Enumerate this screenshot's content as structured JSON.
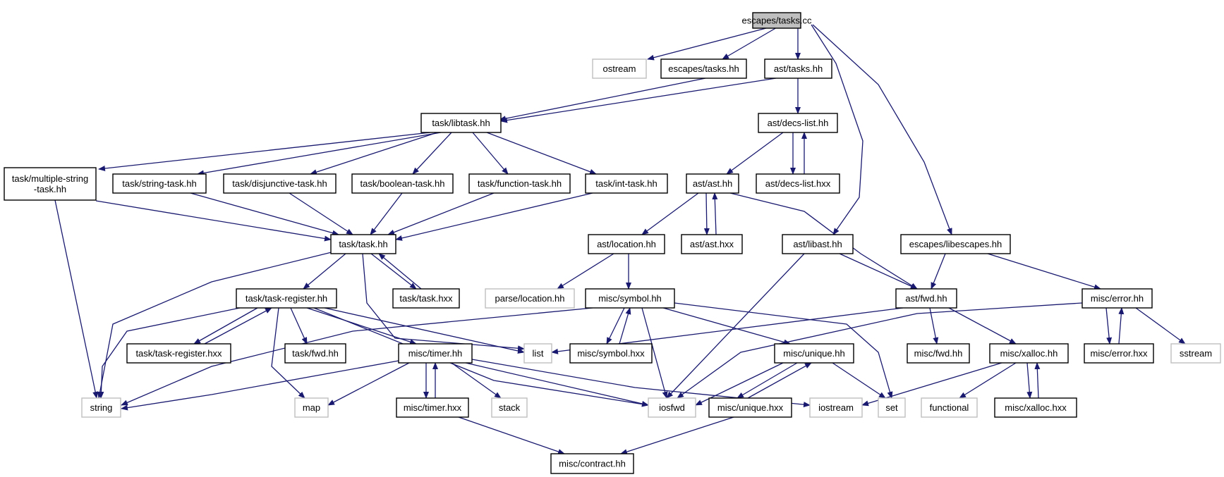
{
  "title": "",
  "colors": {
    "edge": "#191970",
    "border": "#000000",
    "external_border": "#bfbfbf",
    "root_fill": "#bfbfbf"
  },
  "nodes": {
    "tasks_cc": {
      "label": "escapes/tasks.cc",
      "kind": "root"
    },
    "ostream": {
      "label": "ostream",
      "kind": "external"
    },
    "esc_tasks_hh": {
      "label": "escapes/tasks.hh",
      "kind": "file"
    },
    "ast_tasks_hh": {
      "label": "ast/tasks.hh",
      "kind": "file"
    },
    "libtask_hh": {
      "label": "task/libtask.hh",
      "kind": "file"
    },
    "decs_list_hh": {
      "label": "ast/decs-list.hh",
      "kind": "file"
    },
    "multi_string": {
      "label": "task/multiple-string\n-task.hh",
      "kind": "file"
    },
    "string_task": {
      "label": "task/string-task.hh",
      "kind": "file"
    },
    "disj_task": {
      "label": "task/disjunctive-task.hh",
      "kind": "file"
    },
    "bool_task": {
      "label": "task/boolean-task.hh",
      "kind": "file"
    },
    "func_task": {
      "label": "task/function-task.hh",
      "kind": "file"
    },
    "int_task": {
      "label": "task/int-task.hh",
      "kind": "file"
    },
    "ast_hh": {
      "label": "ast/ast.hh",
      "kind": "file"
    },
    "decs_list_hxx": {
      "label": "ast/decs-list.hxx",
      "kind": "file"
    },
    "task_hh": {
      "label": "task/task.hh",
      "kind": "file"
    },
    "location_hh": {
      "label": "ast/location.hh",
      "kind": "file"
    },
    "ast_hxx": {
      "label": "ast/ast.hxx",
      "kind": "file"
    },
    "libast_hh": {
      "label": "ast/libast.hh",
      "kind": "file"
    },
    "libescapes_hh": {
      "label": "escapes/libescapes.hh",
      "kind": "file"
    },
    "parse_location": {
      "label": "parse/location.hh",
      "kind": "external"
    },
    "task_register_hh": {
      "label": "task/task-register.hh",
      "kind": "file"
    },
    "task_hxx": {
      "label": "task/task.hxx",
      "kind": "file"
    },
    "symbol_hh": {
      "label": "misc/symbol.hh",
      "kind": "file"
    },
    "fwd_hh": {
      "label": "ast/fwd.hh",
      "kind": "file"
    },
    "error_hh": {
      "label": "misc/error.hh",
      "kind": "file"
    },
    "task_register_hxx": {
      "label": "task/task-register.hxx",
      "kind": "file"
    },
    "task_fwd_hh": {
      "label": "task/fwd.hh",
      "kind": "file"
    },
    "timer_hh": {
      "label": "misc/timer.hh",
      "kind": "file"
    },
    "list": {
      "label": "list",
      "kind": "external"
    },
    "symbol_hxx": {
      "label": "misc/symbol.hxx",
      "kind": "file"
    },
    "unique_hh": {
      "label": "misc/unique.hh",
      "kind": "file"
    },
    "misc_fwd_hh": {
      "label": "misc/fwd.hh",
      "kind": "file"
    },
    "xalloc_hh": {
      "label": "misc/xalloc.hh",
      "kind": "file"
    },
    "error_hxx": {
      "label": "misc/error.hxx",
      "kind": "file"
    },
    "sstream": {
      "label": "sstream",
      "kind": "external"
    },
    "string": {
      "label": "string",
      "kind": "external"
    },
    "map": {
      "label": "map",
      "kind": "external"
    },
    "timer_hxx": {
      "label": "misc/timer.hxx",
      "kind": "file"
    },
    "stack": {
      "label": "stack",
      "kind": "external"
    },
    "iosfwd": {
      "label": "iosfwd",
      "kind": "external"
    },
    "unique_hxx": {
      "label": "misc/unique.hxx",
      "kind": "file"
    },
    "iostream": {
      "label": "iostream",
      "kind": "external"
    },
    "set": {
      "label": "set",
      "kind": "external"
    },
    "functional": {
      "label": "functional",
      "kind": "external"
    },
    "xalloc_hxx": {
      "label": "misc/xalloc.hxx",
      "kind": "file"
    },
    "contract_hh": {
      "label": "misc/contract.hh",
      "kind": "file"
    }
  }
}
